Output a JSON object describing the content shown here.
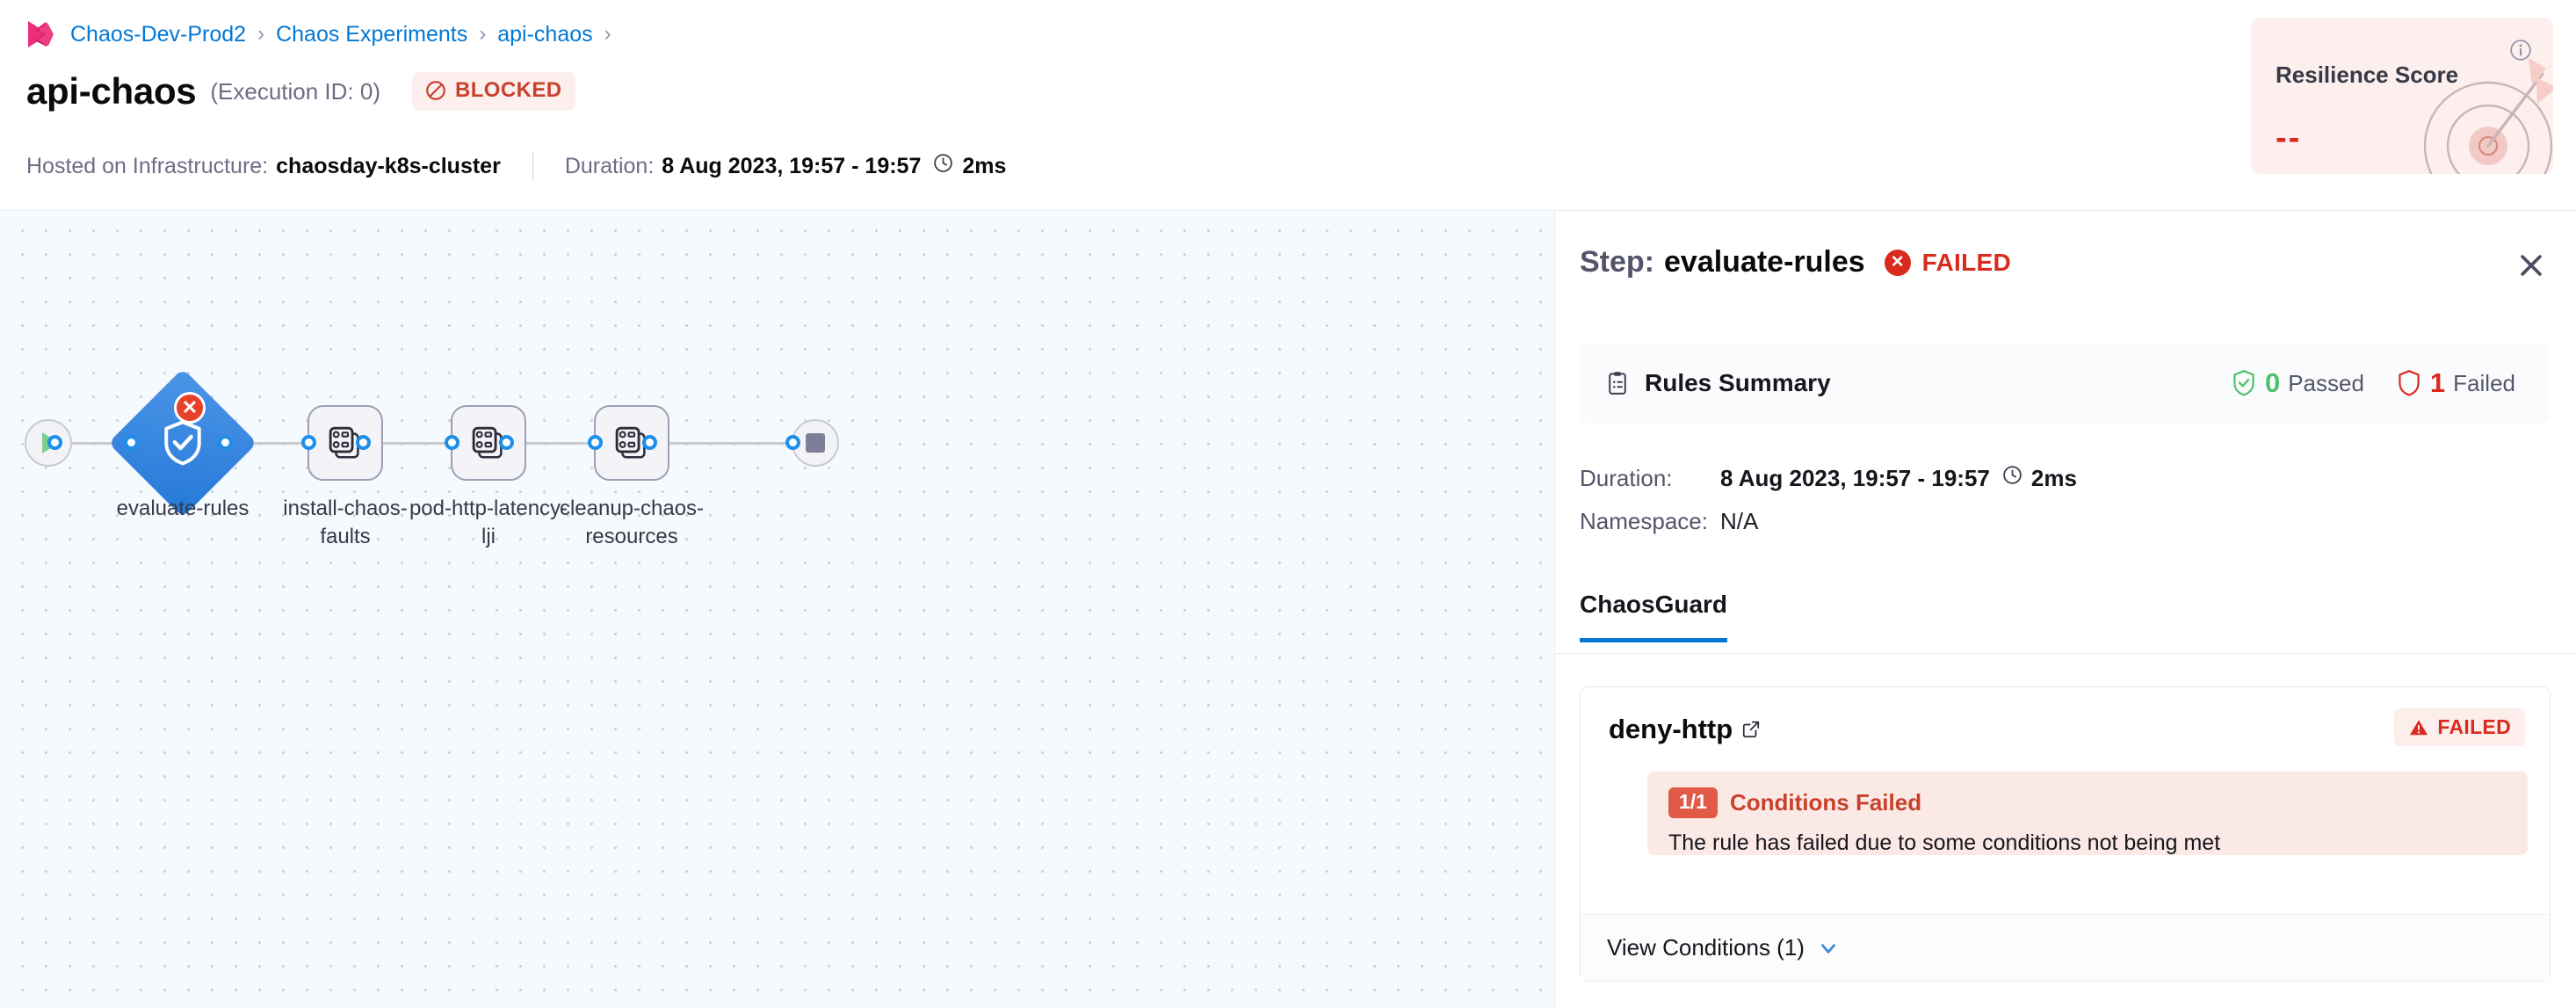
{
  "breadcrumb": {
    "logo_icon": "harness-logo-icon",
    "items": [
      {
        "label": "Chaos-Dev-Prod2"
      },
      {
        "label": "Chaos Experiments"
      },
      {
        "label": "api-chaos"
      }
    ],
    "separator": "›",
    "trailing_separator": "›"
  },
  "header": {
    "title": "api-chaos",
    "execution_id": "(Execution ID: 0)",
    "status": {
      "label": "BLOCKED",
      "icon": "blocked-circle-icon",
      "color": "#c8412c",
      "bg": "#fdefee"
    },
    "infrastructure_label": "Hosted on Infrastructure:",
    "infrastructure_value": "chaosday-k8s-cluster",
    "duration_label": "Duration:",
    "duration_value": "8 Aug 2023, 19:57 - 19:57",
    "duration_elapsed": "2ms",
    "clock_icon": "clock-icon"
  },
  "resilience": {
    "title": "Resilience Score",
    "value": "--",
    "info_icon": "info-icon",
    "art_icon": "target-dart-icon",
    "bg": "#fdefee",
    "value_color": "#da291d"
  },
  "graph": {
    "start_node": {
      "name": "start-node",
      "icon": "play-icon"
    },
    "end_node": {
      "name": "end-node",
      "icon": "stop-icon"
    },
    "nodes": [
      {
        "id": "evaluate-rules",
        "label": "evaluate-rules",
        "type": "diamond",
        "icon": "shield-check-icon",
        "status": "failed",
        "error_icon": "error-x-icon"
      },
      {
        "id": "install-chaos-faults",
        "label": "install-chaos-\nfaults",
        "label_line1": "install-chaos-",
        "label_line2": "faults",
        "type": "step",
        "icon": "chaos-faults-icon"
      },
      {
        "id": "pod-http-latency-lji",
        "label_line1": "pod-http-latency-",
        "label_line2": "lji",
        "type": "step",
        "icon": "chaos-faults-icon"
      },
      {
        "id": "cleanup-chaos-resources",
        "label_line1": "cleanup-chaos-",
        "label_line2": "resources",
        "type": "step",
        "icon": "chaos-faults-icon"
      }
    ]
  },
  "panel": {
    "title_prefix": "Step:",
    "step_name": "evaluate-rules",
    "status": "FAILED",
    "status_icon": "error-x-circle-icon",
    "close_icon": "close-icon",
    "rules_summary": {
      "icon": "clipboard-icon",
      "title": "Rules Summary",
      "passed_count": "0",
      "passed_label": "Passed",
      "passed_icon": "shield-check-green-icon",
      "failed_count": "1",
      "failed_label": "Failed",
      "failed_icon": "shield-red-icon"
    },
    "details": [
      {
        "key": "Duration:",
        "value": "8 Aug 2023, 19:57 - 19:57",
        "elapsed": "2ms",
        "icon": "clock-icon"
      },
      {
        "key": "Namespace:",
        "value": "N/A"
      }
    ],
    "tabs": [
      {
        "label": "ChaosGuard",
        "active": true
      }
    ],
    "rule": {
      "name": "deny-http",
      "external_link_icon": "external-link-icon",
      "status_badge": {
        "label": "FAILED",
        "icon": "warning-triangle-icon"
      },
      "conditions_badge": "1/1",
      "conditions_title": "Conditions Failed",
      "conditions_message": "The rule has failed due to some conditions not being met",
      "view_conditions_label": "View Conditions (1)",
      "view_conditions_icon": "chevron-down-icon"
    }
  },
  "colors": {
    "accent_blue": "#0278d5",
    "danger_red": "#da291d",
    "success_green": "#4dc16e",
    "node_blue": "#2579d8",
    "canvas_bg": "#f4fafd"
  }
}
